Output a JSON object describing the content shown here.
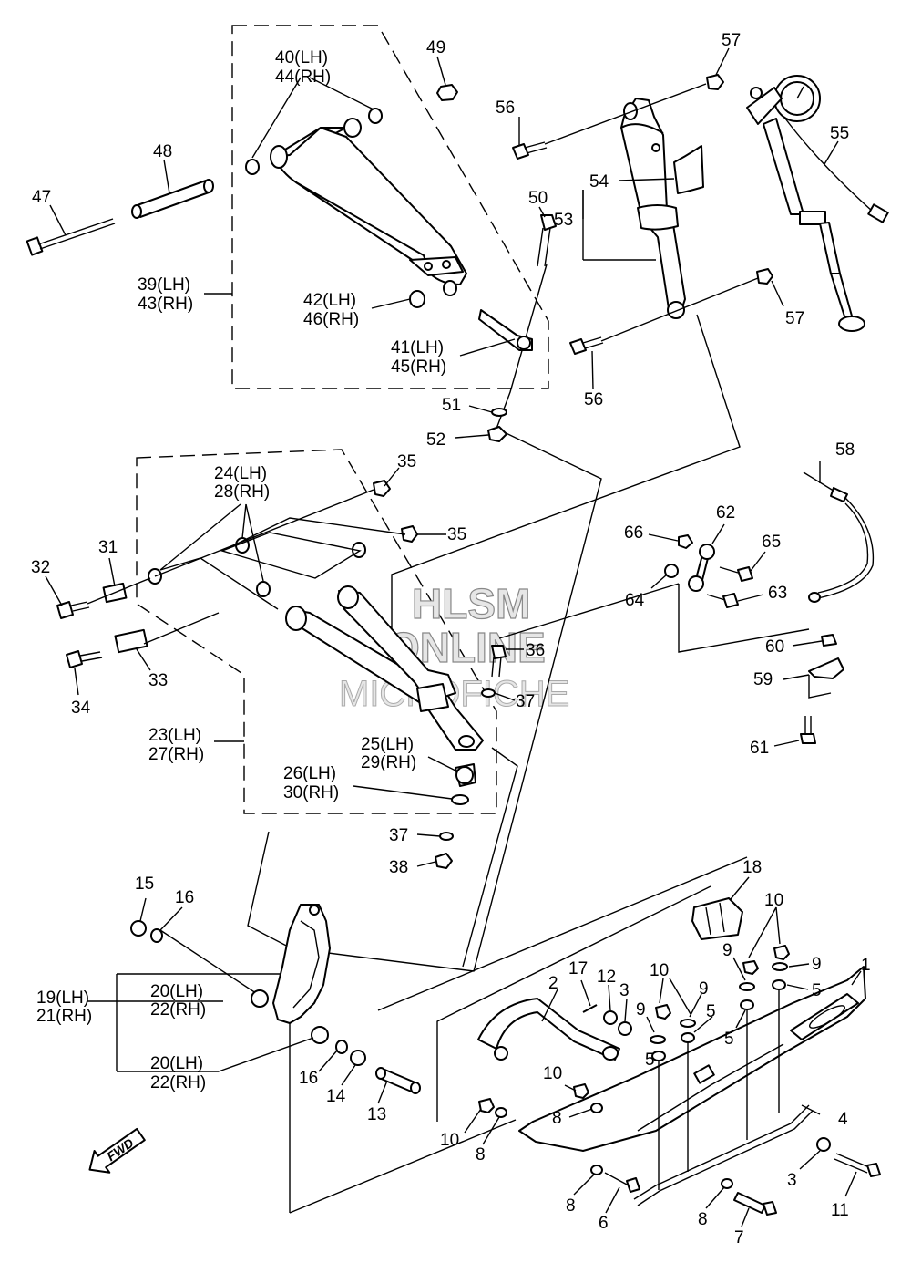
{
  "callouts": {
    "p1": "1",
    "p2": "2",
    "p3a": "3",
    "p3b": "3",
    "p4": "4",
    "p5a": "5",
    "p5b": "5",
    "p5c": "5",
    "p5d": "5",
    "p6": "6",
    "p7": "7",
    "p8a": "8",
    "p8b": "8",
    "p8c": "8",
    "p8d": "8",
    "p9a": "9",
    "p9b": "9",
    "p9c": "9",
    "p9d": "9",
    "p10a": "10",
    "p10b": "10",
    "p10c": "10",
    "p10d": "10",
    "p11": "11",
    "p12": "12",
    "p13": "13",
    "p14": "14",
    "p15": "15",
    "p16a": "16",
    "p16b": "16",
    "p17": "17",
    "p18": "18",
    "p19": "19(LH)",
    "p21": "21(RH)",
    "p20a": "20(LH)",
    "p22a": "22(RH)",
    "p20b": "20(LH)",
    "p22b": "22(RH)",
    "p23": "23(LH)",
    "p27": "27(RH)",
    "p24": "24(LH)",
    "p28": "28(RH)",
    "p25": "25(LH)",
    "p29": "29(RH)",
    "p26": "26(LH)",
    "p30": "30(RH)",
    "p31": "31",
    "p32": "32",
    "p33": "33",
    "p34": "34",
    "p35a": "35",
    "p35b": "35",
    "p36": "36",
    "p37a": "37",
    "p37b": "37",
    "p38": "38",
    "p39": "39(LH)",
    "p43": "43(RH)",
    "p40": "40(LH)",
    "p44": "44(RH)",
    "p41": "41(LH)",
    "p45": "45(RH)",
    "p42": "42(LH)",
    "p46": "46(RH)",
    "p47": "47",
    "p48": "48",
    "p49": "49",
    "p50": "50",
    "p51": "51",
    "p52": "52",
    "p53": "53",
    "p54": "54",
    "p55": "55",
    "p56a": "56",
    "p56b": "56",
    "p57a": "57",
    "p57b": "57",
    "p58": "58",
    "p59": "59",
    "p60": "60",
    "p61": "61",
    "p62": "62",
    "p63": "63",
    "p64": "64",
    "p65": "65",
    "p66": "66"
  },
  "fwd_label": "FWD",
  "watermark": {
    "line1": "HLSM",
    "line2": "ONLINE",
    "line3": "MICROFICHE"
  }
}
